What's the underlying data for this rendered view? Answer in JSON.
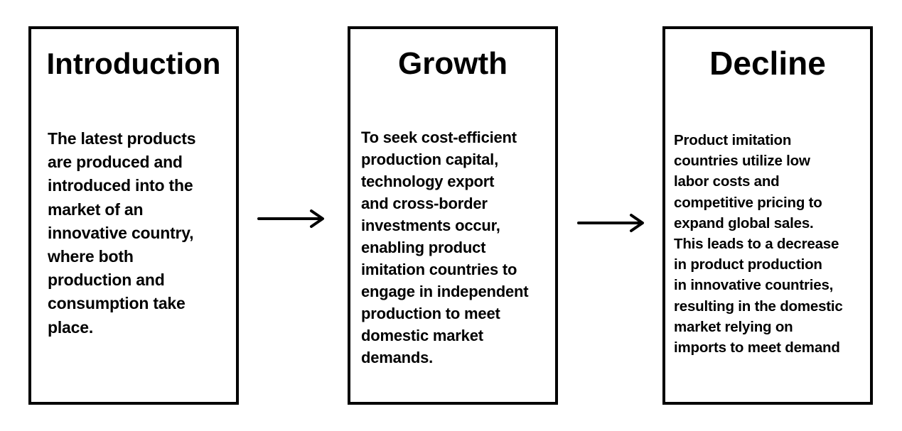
{
  "stages": [
    {
      "title": "Introduction",
      "body": "The latest products\nare produced and\nintroduced into the\nmarket of an\ninnovative country,\nwhere both\nproduction and\nconsumption take\n place."
    },
    {
      "title": "Growth",
      "body": "To seek cost-efficient\nproduction capital,\ntechnology export\nand cross-border\ninvestments occur,\nenabling product\nimitation countries to\nengage in independent\nproduction to meet\ndomestic market\ndemands."
    },
    {
      "title": "Decline",
      "body": "Product imitation\ncountries utilize low\nlabor costs and\ncompetitive pricing to\nexpand global sales.\nThis leads to a decrease\nin product production\nin innovative countries,\nresulting in the domestic\nmarket relying on\nimports to meet demand"
    }
  ],
  "arrows": [
    {
      "icon": "right-arrow-icon"
    },
    {
      "icon": "right-arrow-icon"
    }
  ],
  "colors": {
    "stroke": "#000000",
    "background": "#ffffff",
    "text": "#000000"
  }
}
